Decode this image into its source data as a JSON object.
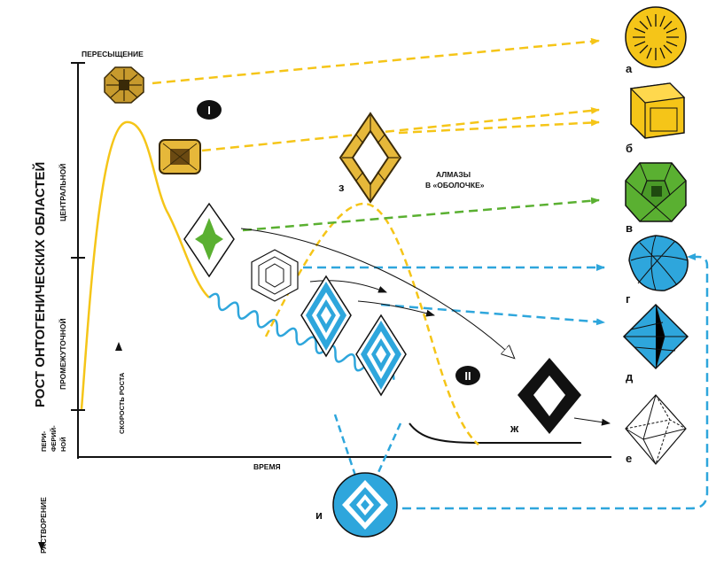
{
  "labels": {
    "y_main": "РОСТ ОНТОГЕНИЧЕСКИХ ОБЛАСТЕЙ",
    "y_top": "ПЕРЕСЫЩЕНИЕ",
    "zone_central": "ЦЕНТРАЛЬНОЙ",
    "zone_intermediate": "ПРОМЕЖУТОЧНОЙ",
    "zone_peripheral_1": "ПЕРИ-",
    "zone_peripheral_2": "ФЕРИЙ-",
    "zone_peripheral_3": "НОЙ",
    "growth_speed": "СКОРОСТЬ РОСТА",
    "x_axis": "ВРЕМЯ",
    "dissolution": "РАСТВОРЕНИЕ",
    "diamonds_1": "АЛМАЗЫ",
    "diamonds_2": "В «ОБОЛОЧКЕ»",
    "roman_1": "I",
    "roman_2": "II"
  },
  "letters": {
    "a": "а",
    "b": "б",
    "v": "в",
    "g": "г",
    "d": "д",
    "e": "е",
    "zh": "ж",
    "z": "з",
    "i": "и"
  },
  "colors": {
    "yellow": "#f5c518",
    "green": "#5ab031",
    "blue": "#2ea6dc",
    "black": "#111111",
    "brown": "#6b4a12"
  }
}
